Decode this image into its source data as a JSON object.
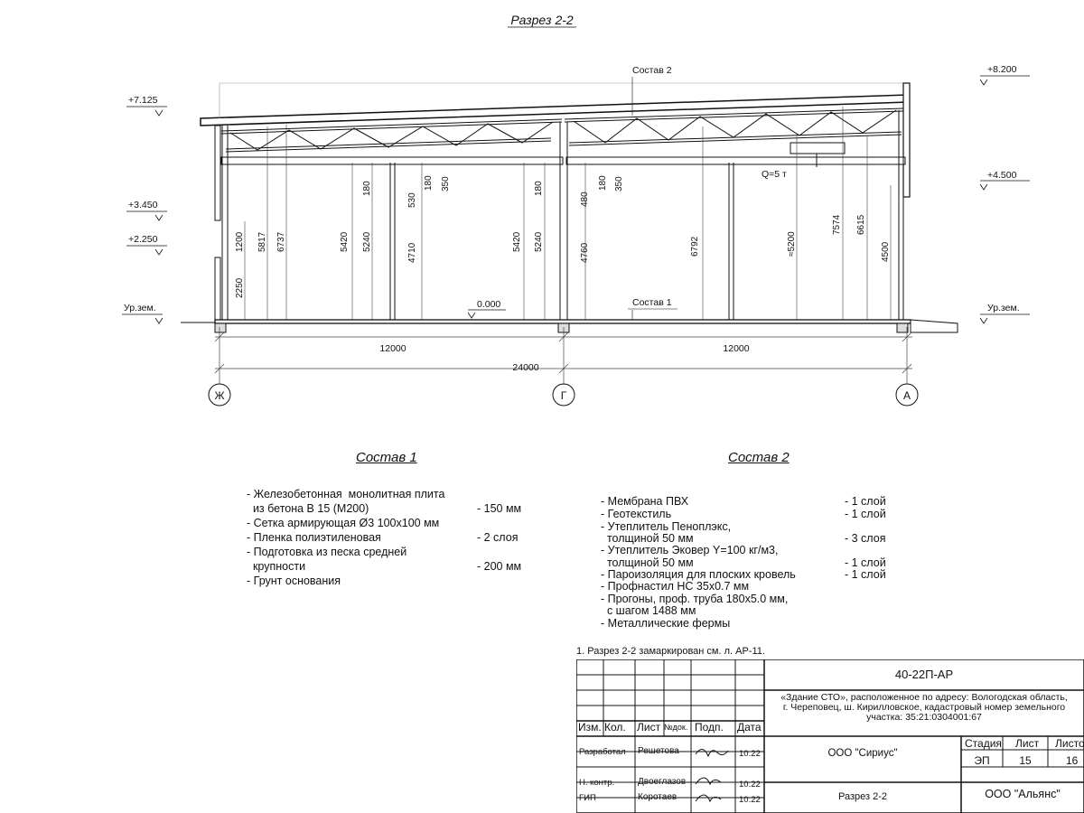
{
  "section_title": "Разрез 2-2",
  "elevations": {
    "left": [
      "+7.125",
      "+3.450",
      "+2.250",
      "Ур.зем."
    ],
    "right": [
      "+8.200",
      "+4.500",
      "Ур.зем."
    ],
    "zero": "0.000"
  },
  "callouts": {
    "roof": "Состав 2",
    "floor": "Состав 1",
    "crane": "Q=5 т"
  },
  "vertical_dims": [
    "2250",
    "1200",
    "5817",
    "6737",
    "5420",
    "5240",
    "180",
    "4710",
    "530",
    "180",
    "350",
    "5420",
    "5240",
    "180",
    "4760",
    "480",
    "180",
    "350",
    "6792",
    "≈5200",
    "7574",
    "6615",
    "4500"
  ],
  "horizontal_dims": [
    "12000",
    "12000",
    "24000"
  ],
  "axes": [
    "Ж",
    "Г",
    "А"
  ],
  "composition1": {
    "title": "Состав 1",
    "rows": [
      {
        "text": "- Железобетонная  монолитная плита",
        "value": ""
      },
      {
        "text": "  из бетона В 15 (М200)",
        "value": "- 150 мм"
      },
      {
        "text": "- Сетка армирующая Ø3 100х100 мм",
        "value": ""
      },
      {
        "text": "- Пленка полиэтиленовая",
        "value": "- 2 слоя"
      },
      {
        "text": "- Подготовка из песка средней",
        "value": ""
      },
      {
        "text": "  крупности",
        "value": "- 200 мм"
      },
      {
        "text": "- Грунт основания",
        "value": ""
      }
    ]
  },
  "composition2": {
    "title": "Состав 2",
    "rows": [
      {
        "text": "- Мембрана ПВХ",
        "value": "- 1 слой"
      },
      {
        "text": "- Геотекстиль",
        "value": "- 1 слой"
      },
      {
        "text": "- Утеплитель Пеноплэкс,",
        "value": ""
      },
      {
        "text": "  толщиной 50 мм",
        "value": "- 3 слоя"
      },
      {
        "text": "- Утеплитель Эковер Y=100 кг/м3,",
        "value": ""
      },
      {
        "text": "  толщиной 50 мм",
        "value": "- 1 слой"
      },
      {
        "text": "- Пароизоляция для плоских кровель",
        "value": "- 1 слой"
      },
      {
        "text": "- Профнастил НС 35х0.7 мм",
        "value": ""
      },
      {
        "text": "- Прогоны, проф. труба 180х5.0 мм,",
        "value": ""
      },
      {
        "text": "  с шагом 1488 мм",
        "value": ""
      },
      {
        "text": "- Металлические фермы",
        "value": ""
      }
    ]
  },
  "note": "1. Разрез 2-2 замаркирован см. л. АР-11.",
  "title_block": {
    "doc_code": "40-22П-АР",
    "project": [
      "«Здание СТО», расположенное по адресу: Вологодская область,",
      "г. Череповец, ш. Кирилловское, кадастровый номер земельного",
      "участка: 35:21:0304001:67"
    ],
    "headers": [
      "Изм.",
      "Кол.",
      "Лист",
      "№док.",
      "Подп.",
      "Дата"
    ],
    "roles": [
      {
        "role": "Разработал",
        "name": "Решетова",
        "date": "10.22"
      },
      {
        "role": "Н. контр.",
        "name": "Двоеглазов",
        "date": "10.22"
      },
      {
        "role": "ГИП",
        "name": "Коротаев",
        "date": "10.22"
      }
    ],
    "company": "ООО \"Сириус\"",
    "stage_headers": [
      "Стадия",
      "Лист",
      "Листов"
    ],
    "stage": "ЭП",
    "sheet": "15",
    "sheets": "16",
    "sheet_title": "Разрез 2-2",
    "client": "ООО \"Альянс\""
  }
}
